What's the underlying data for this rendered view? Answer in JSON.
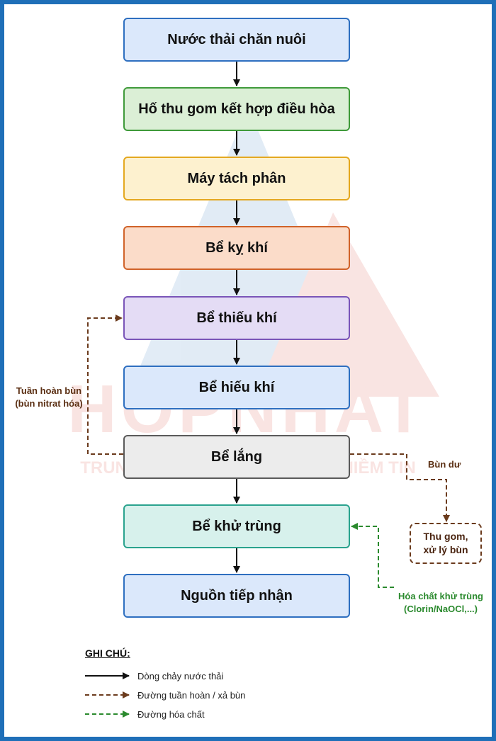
{
  "nodes": [
    {
      "label": "Nước thải chăn nuôi"
    },
    {
      "label": "Hố thu gom kết hợp điều hòa"
    },
    {
      "label": "Máy tách phân"
    },
    {
      "label": "Bể kỵ khí"
    },
    {
      "label": "Bể thiếu khí"
    },
    {
      "label": "Bể hiếu khí"
    },
    {
      "label": "Bể lắng"
    },
    {
      "label": "Bể khử trùng"
    },
    {
      "label": "Nguồn tiếp nhận"
    }
  ],
  "recirculation": {
    "line1": "Tuần hoàn bùn",
    "line2": "(bùn nitrat hóa)"
  },
  "excess_sludge": {
    "label": "Bùn dư",
    "box_line1": "Thu gom,",
    "box_line2": "xử lý bùn"
  },
  "chemical": {
    "line1": "Hóa chất khử trùng",
    "line2": "(Clorin/NaOCl,...)"
  },
  "legend": {
    "title": "GHI CHÚ:",
    "items": [
      {
        "label": "Dòng chảy nước thải",
        "style": "solid",
        "color": "#111111"
      },
      {
        "label": "Đường tuần hoàn / xả bùn",
        "style": "dashed",
        "color": "#6b3b1d"
      },
      {
        "label": "Đường hóa chất",
        "style": "dashed",
        "color": "#2b8a2e"
      }
    ]
  },
  "watermark": {
    "brand": "HOPNHAT",
    "tagline": "TRUNG THỰC - CHẤT LƯỢNG - NIỀM TIN"
  },
  "colors": {
    "border": "#1f6fb8",
    "sludge_line": "#6b3b1d",
    "chemical_line": "#2b8a2e"
  }
}
